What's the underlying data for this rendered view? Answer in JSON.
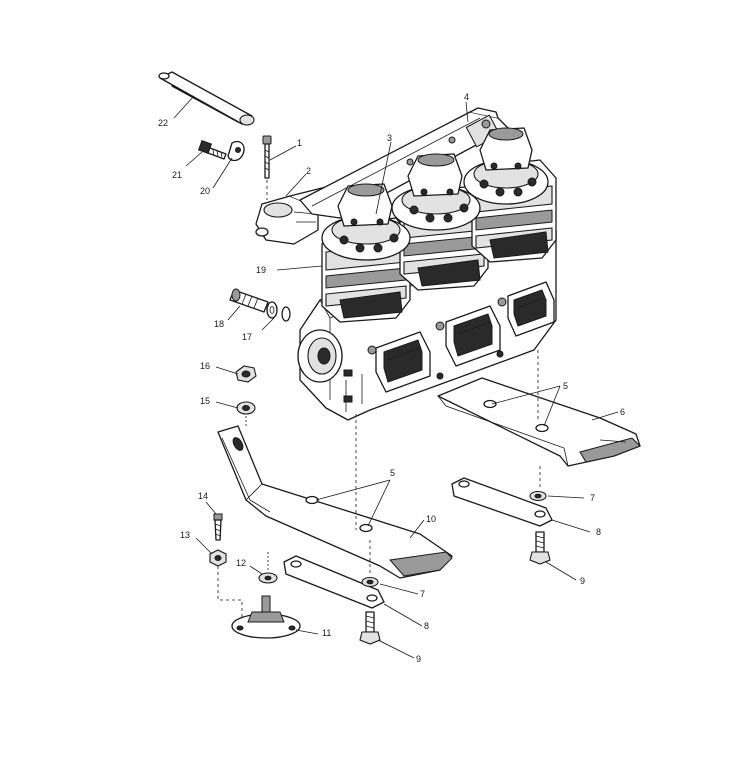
{
  "callouts": [
    {
      "id": "c1",
      "text": "1"
    },
    {
      "id": "c2",
      "text": "2"
    },
    {
      "id": "c3",
      "text": "3"
    },
    {
      "id": "c4",
      "text": "4"
    },
    {
      "id": "c5a",
      "text": "5"
    },
    {
      "id": "c5b",
      "text": "5"
    },
    {
      "id": "c6",
      "text": "6"
    },
    {
      "id": "c7a",
      "text": "7"
    },
    {
      "id": "c7b",
      "text": "7"
    },
    {
      "id": "c8a",
      "text": "8"
    },
    {
      "id": "c8b",
      "text": "8"
    },
    {
      "id": "c9a",
      "text": "9"
    },
    {
      "id": "c9b",
      "text": "9"
    },
    {
      "id": "c10",
      "text": "10"
    },
    {
      "id": "c11",
      "text": "11"
    },
    {
      "id": "c12",
      "text": "12"
    },
    {
      "id": "c13",
      "text": "13"
    },
    {
      "id": "c14",
      "text": "14"
    },
    {
      "id": "c15",
      "text": "15"
    },
    {
      "id": "c16",
      "text": "16"
    },
    {
      "id": "c17",
      "text": "17"
    },
    {
      "id": "c18",
      "text": "18"
    },
    {
      "id": "c19",
      "text": "19"
    },
    {
      "id": "c20",
      "text": "20"
    },
    {
      "id": "c21",
      "text": "21"
    },
    {
      "id": "c22",
      "text": "22"
    }
  ],
  "colors": {
    "line": "#1a1a1a",
    "background": "#ffffff",
    "shade_dark": "#2a2a2a",
    "shade_mid": "#9a9a9a",
    "shade_light": "#e2e2e2"
  }
}
